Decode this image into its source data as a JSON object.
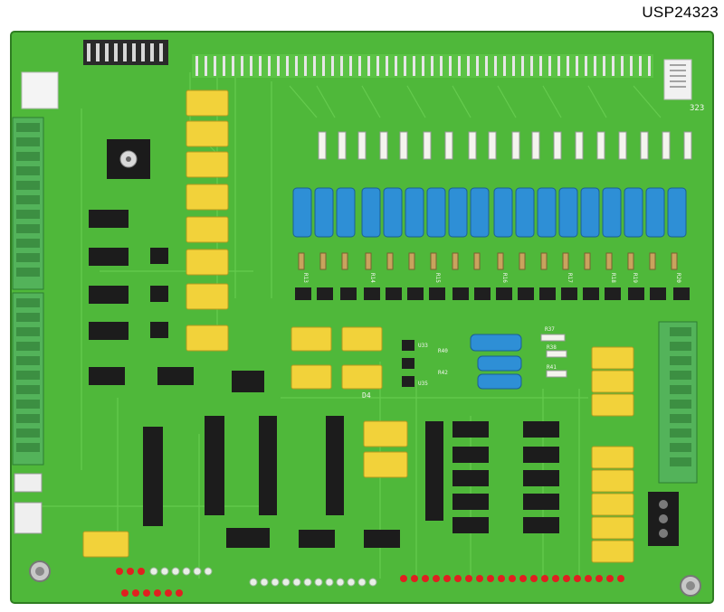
{
  "page": {
    "sku_label": "USP24323"
  },
  "board": {
    "silkscreen": {
      "top_right_code": "323",
      "rn_labels": [
        "R13",
        "R14",
        "R15",
        "R16",
        "R17",
        "R18",
        "R19",
        "R20"
      ],
      "r_labels": [
        "R37",
        "R38",
        "R40",
        "R41",
        "R42"
      ],
      "u_labels": [
        "U33",
        "U35"
      ],
      "d_label": "D4"
    }
  },
  "colors": {
    "pcb": "#4fb83a",
    "pcb_dark": "#3d9a2c",
    "relay": "#f2d23a",
    "capacitor": "#2e8fd6",
    "terminal_block": "#53b35a",
    "ic": "#1c1c1c",
    "led_red": "#e02020"
  }
}
